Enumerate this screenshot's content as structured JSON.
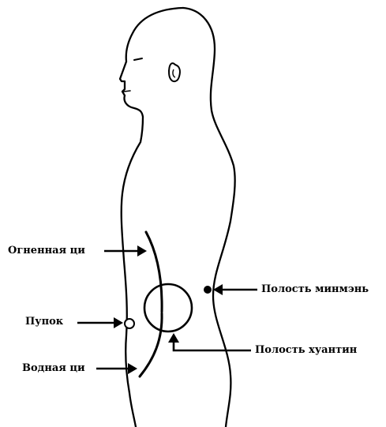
{
  "labels": {
    "fire_qi": "Огненная ци",
    "navel": "Пупок",
    "water_qi": "Водная ци",
    "mingmen_cavity": "Полость минмэнь",
    "huangting_cavity": "Полость хуантин"
  },
  "colors": {
    "ink": "#000000",
    "background": "#ffffff"
  }
}
